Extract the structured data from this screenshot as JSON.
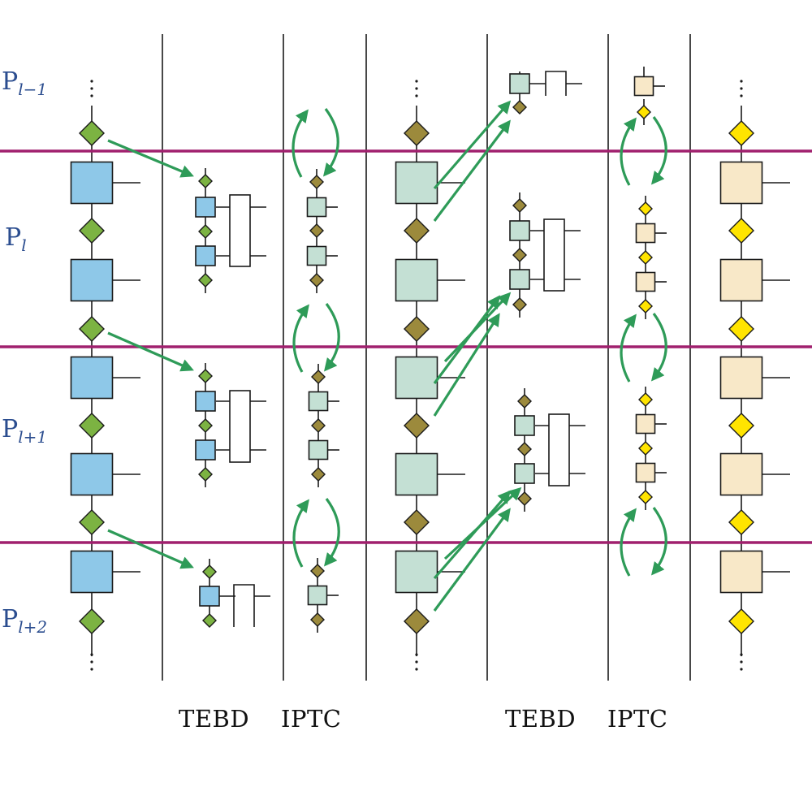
{
  "processes": [
    {
      "letter": "P",
      "subscript": "l−1"
    },
    {
      "letter": "P",
      "subscript": "l"
    },
    {
      "letter": "P",
      "subscript": "l+1"
    },
    {
      "letter": "P",
      "subscript": "l+2"
    }
  ],
  "column_labels": [
    {
      "left": "TEBD",
      "right": "IPTC"
    },
    {
      "left": "TEBD",
      "right": "IPTC"
    }
  ],
  "colors": {
    "process_boundary": "#a0206e",
    "arrow": "#2e9b58",
    "blue_tensor": "#8ec8e8",
    "mint_tensor": "#c4e0d4",
    "peach_tensor": "#f8e8c8",
    "green_diamond": "#7cb342",
    "olive_diamond": "#9c8a3c",
    "yellow_diamond": "#ffe400",
    "stroke": "#1a1a1a"
  },
  "icons": {
    "state_tensor": "square",
    "bond_matrix": "diamond",
    "two_site_gate": "rectangle",
    "communication_arrow": "arrow",
    "cyclic_exchange": "circular-arrows"
  }
}
